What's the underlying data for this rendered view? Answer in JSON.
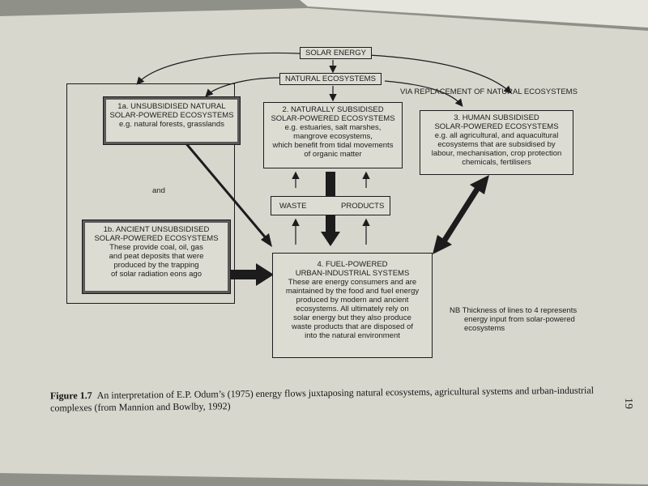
{
  "diagram": {
    "solar_energy": "SOLAR ENERGY",
    "natural_ecosystems": "NATURAL ECOSYSTEMS",
    "via_replacement": "VIA REPLACEMENT OF NATURAL ECOSYSTEMS",
    "box1a": {
      "title_1": "1a. UNSUBSIDISED NATURAL",
      "title_2": "SOLAR-POWERED ECOSYSTEMS",
      "desc": "e.g. natural forests, grasslands"
    },
    "and_label": "and",
    "box1b": {
      "title_1": "1b. ANCIENT UNSUBSIDISED",
      "title_2": "SOLAR-POWERED ECOSYSTEMS",
      "desc_1": "These provide coal, oil, gas",
      "desc_2": "and peat deposits that were",
      "desc_3": "produced by the trapping",
      "desc_4": "of solar radiation eons ago"
    },
    "box2": {
      "title_1": "2. NATURALLY SUBSIDISED",
      "title_2": "SOLAR-POWERED ECOSYSTEMS",
      "desc_1": "e.g. estuaries, salt marshes,",
      "desc_2": "mangrove ecosystems,",
      "desc_3": "which benefit from tidal movements",
      "desc_4": "of organic matter"
    },
    "box3": {
      "title_1": "3. HUMAN SUBSIDISED",
      "title_2": "SOLAR-POWERED ECOSYSTEMS",
      "desc_1": "e.g. all agricultural, and aquacultural",
      "desc_2": "ecosystems that are subsidised by",
      "desc_3": "labour, mechanisation, crop protection",
      "desc_4": "chemicals, fertilisers"
    },
    "waste": "WASTE",
    "products": "PRODUCTS",
    "box4": {
      "title_1": "4. FUEL-POWERED",
      "title_2": "URBAN-INDUSTRIAL SYSTEMS",
      "desc_1": "These are energy consumers and are",
      "desc_2": "maintained by the food and fuel energy",
      "desc_3": "produced by modern and ancient",
      "desc_4": "ecosystems. All ultimately rely on",
      "desc_5": "solar energy but they also produce",
      "desc_6": "waste products that are disposed of",
      "desc_7": "into the natural environment"
    },
    "nb_1": "NB Thickness of lines to 4 represents",
    "nb_2": "energy input from solar-powered",
    "nb_3": "ecosystems"
  },
  "caption": {
    "label": "Figure 1.7",
    "text": "An interpretation of E.P. Odum’s (1975) energy flows juxtaposing natural ecosystems, agricultural systems and urban-industrial complexes (from Mannion and Bowlby, 1992)"
  },
  "page_number": "19"
}
